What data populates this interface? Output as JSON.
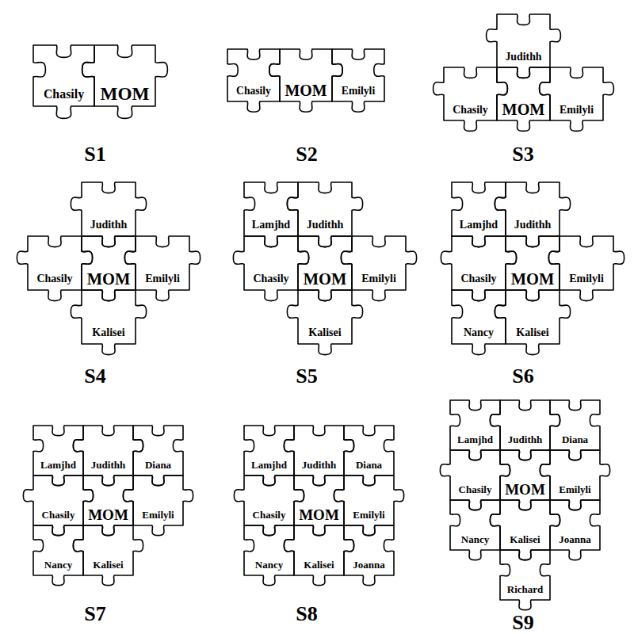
{
  "diagram": {
    "nodes": [
      {
        "text": [
          "Chasily"
        ]
      },
      {
        "text": [
          "MOM"
        ]
      },
      {
        "text": [
          "Chasily"
        ]
      },
      {
        "text": [
          "MOM"
        ]
      },
      {
        "text": [
          "Emilyli"
        ]
      },
      {
        "text": [
          "Judithh"
        ]
      },
      {
        "text": [
          "Chasily"
        ]
      },
      {
        "text": [
          "MOM"
        ]
      },
      {
        "text": [
          "Emilyli"
        ]
      },
      {
        "text": [
          "Judithh"
        ]
      },
      {
        "text": [
          "Chasily"
        ]
      },
      {
        "text": [
          "MOM"
        ]
      },
      {
        "text": [
          "Emilyli"
        ]
      },
      {
        "text": [
          "Kalisei"
        ]
      },
      {
        "text": [
          "Lamjhd"
        ]
      },
      {
        "text": [
          "Judithh"
        ]
      },
      {
        "text": [
          "Chasily"
        ]
      },
      {
        "text": [
          "MOM"
        ]
      },
      {
        "text": [
          "Emilyli"
        ]
      },
      {
        "text": [
          "Kalisei"
        ]
      },
      {
        "text": [
          "Lamjhd"
        ]
      },
      {
        "text": [
          "Judithh"
        ]
      },
      {
        "text": [
          "Chasily"
        ]
      },
      {
        "text": [
          "MOM"
        ]
      },
      {
        "text": [
          "Emilyli"
        ]
      },
      {
        "text": [
          "Nancy"
        ]
      },
      {
        "text": [
          "Kalisei"
        ]
      },
      {
        "text": [
          "Lamjhd"
        ]
      },
      {
        "text": [
          "Judithh"
        ]
      },
      {
        "text": [
          "Diana"
        ]
      },
      {
        "text": [
          "Chasily"
        ]
      },
      {
        "text": [
          "MOM"
        ]
      },
      {
        "text": [
          "Emilyli"
        ]
      },
      {
        "text": [
          "Nancy"
        ]
      },
      {
        "text": [
          "Kalisei"
        ]
      },
      {
        "text": [
          "Lamjhd"
        ]
      },
      {
        "text": [
          "Judithh"
        ]
      },
      {
        "text": [
          "Diana"
        ]
      },
      {
        "text": [
          "Chasily"
        ]
      },
      {
        "text": [
          "MOM"
        ]
      },
      {
        "text": [
          "Emilyli"
        ]
      },
      {
        "text": [
          "Nancy"
        ]
      },
      {
        "text": [
          "Kalisei"
        ]
      },
      {
        "text": [
          "Joanna"
        ]
      },
      {
        "text": [
          "Lamjhd"
        ]
      },
      {
        "text": [
          "Judithh"
        ]
      },
      {
        "text": [
          "Diana"
        ]
      },
      {
        "text": [
          "Chasily"
        ]
      },
      {
        "text": [
          "MOM"
        ]
      },
      {
        "text": [
          "Emilyli"
        ]
      },
      {
        "text": [
          "Nancy"
        ]
      },
      {
        "text": [
          "Kalisei"
        ]
      },
      {
        "text": [
          "Joanna"
        ]
      },
      {
        "text": [
          "Richard"
        ]
      }
    ],
    "labels": [
      "S1",
      "S2",
      "S3",
      "S4",
      "S5",
      "S6",
      "S7",
      "S8",
      "S9"
    ]
  }
}
